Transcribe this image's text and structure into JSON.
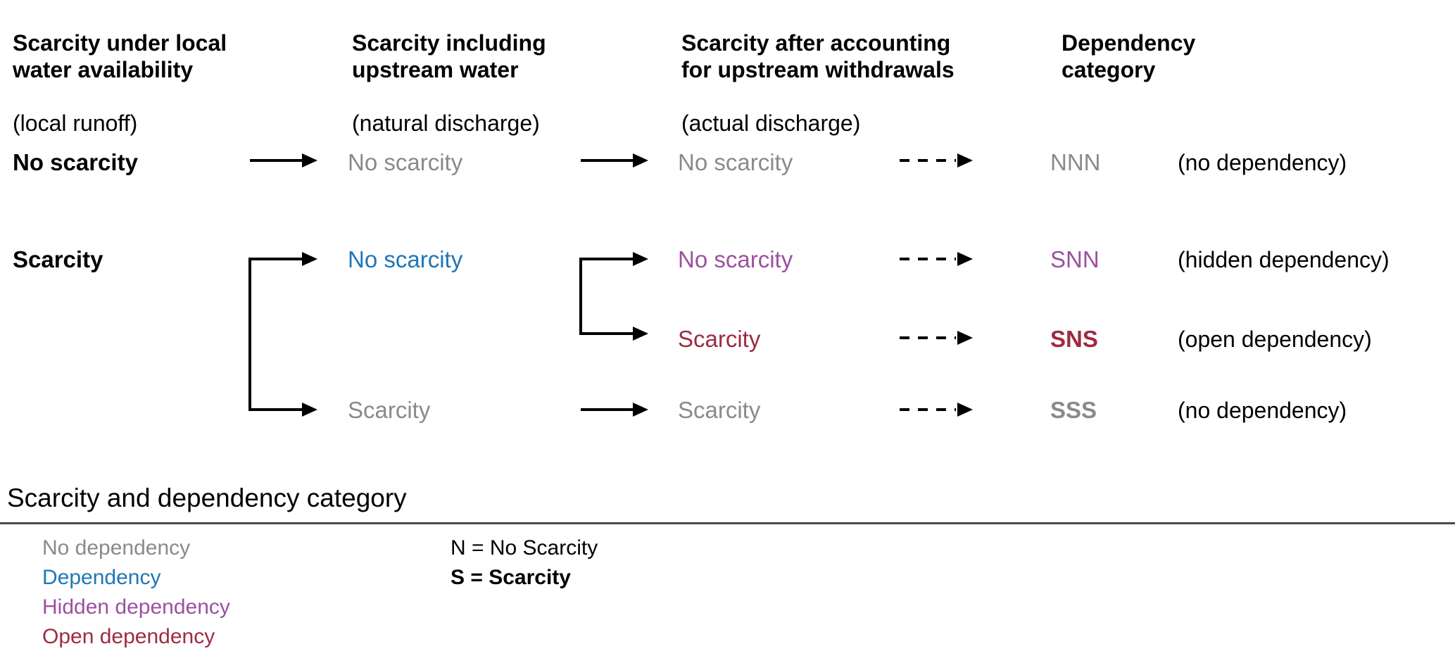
{
  "colors": {
    "grey": "#8a8a8a",
    "blue": "#1f77b4",
    "purple": "#9b51a0",
    "darkred": "#9e2b41",
    "black": "#000000",
    "rule": "#4a4a4a"
  },
  "headers": [
    {
      "title": "Scarcity under local\nwater availability",
      "subtitle": "(local runoff)"
    },
    {
      "title": "Scarcity including\nupstream water",
      "subtitle": "(natural discharge)"
    },
    {
      "title": "Scarcity after accounting\nfor upstream withdrawals",
      "subtitle": "(actual discharge)"
    },
    {
      "title": "Dependency\ncategory",
      "subtitle": ""
    }
  ],
  "rows": {
    "no_scarcity": {
      "local": "No scarcity",
      "natural": "No scarcity",
      "actual": "No scarcity",
      "code": "NNN",
      "note": "(no dependency)"
    },
    "scarcity": {
      "local": "Scarcity"
    },
    "snn": {
      "natural": "No scarcity",
      "actual": "No scarcity",
      "code": "SNN",
      "note": "(hidden dependency)"
    },
    "sns": {
      "actual": "Scarcity",
      "code": "SNS",
      "note": "(open dependency)"
    },
    "sss": {
      "natural": "Scarcity",
      "actual": "Scarcity",
      "code": "SSS",
      "note": "(no dependency)"
    }
  },
  "legend": {
    "title": "Scarcity and dependency category",
    "categories": [
      {
        "label": "No dependency",
        "color": "#8a8a8a",
        "bold": false
      },
      {
        "label": "Dependency",
        "color": "#1f77b4",
        "bold": false
      },
      {
        "label": "Hidden dependency",
        "color": "#9b51a0",
        "bold": false
      },
      {
        "label": "Open dependency",
        "color": "#9e2b41",
        "bold": false
      }
    ],
    "keys": [
      {
        "label": "N = No Scarcity",
        "bold": false
      },
      {
        "label": "S = Scarcity",
        "bold": true
      }
    ]
  }
}
